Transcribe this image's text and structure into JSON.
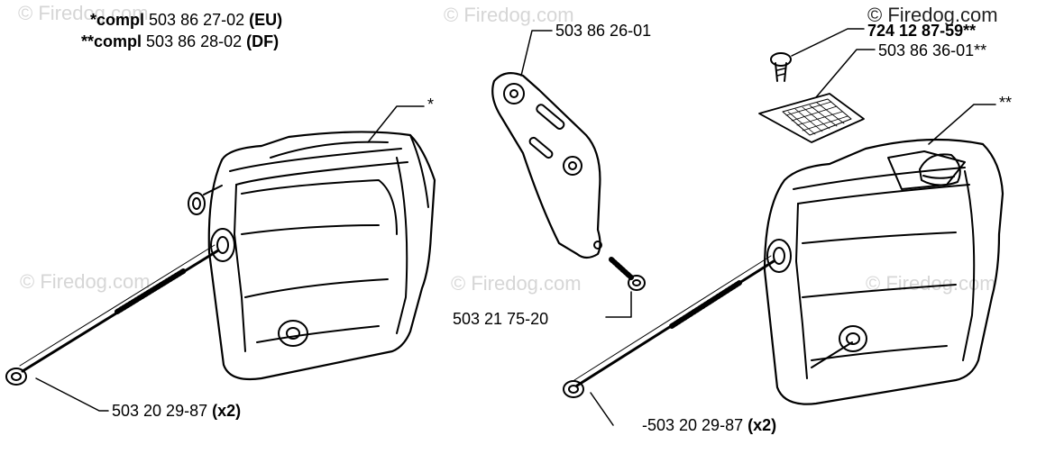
{
  "watermark": "© Firedog.com",
  "copyright": "© Firedog.com",
  "compl_eu": {
    "prefix": "*compl",
    "number": "503 86 27-02",
    "tag": "(EU)"
  },
  "compl_df": {
    "prefix": "**compl",
    "number": "503 86 28-02",
    "tag": "(DF)"
  },
  "callouts": {
    "left_star": "*",
    "bracket_part": "503 86 26-01",
    "bracket_screw": "503 21 75-20",
    "left_bolt_num": "503 20 29-87",
    "left_bolt_qty": "(x2)",
    "right_bolt_num": "-503 20 29-87",
    "right_bolt_qty": "(x2)",
    "screw_part": "724 12 87-59",
    "screw_mark": "**",
    "screen_part": "503 86 36-01**",
    "right_star": "**"
  }
}
